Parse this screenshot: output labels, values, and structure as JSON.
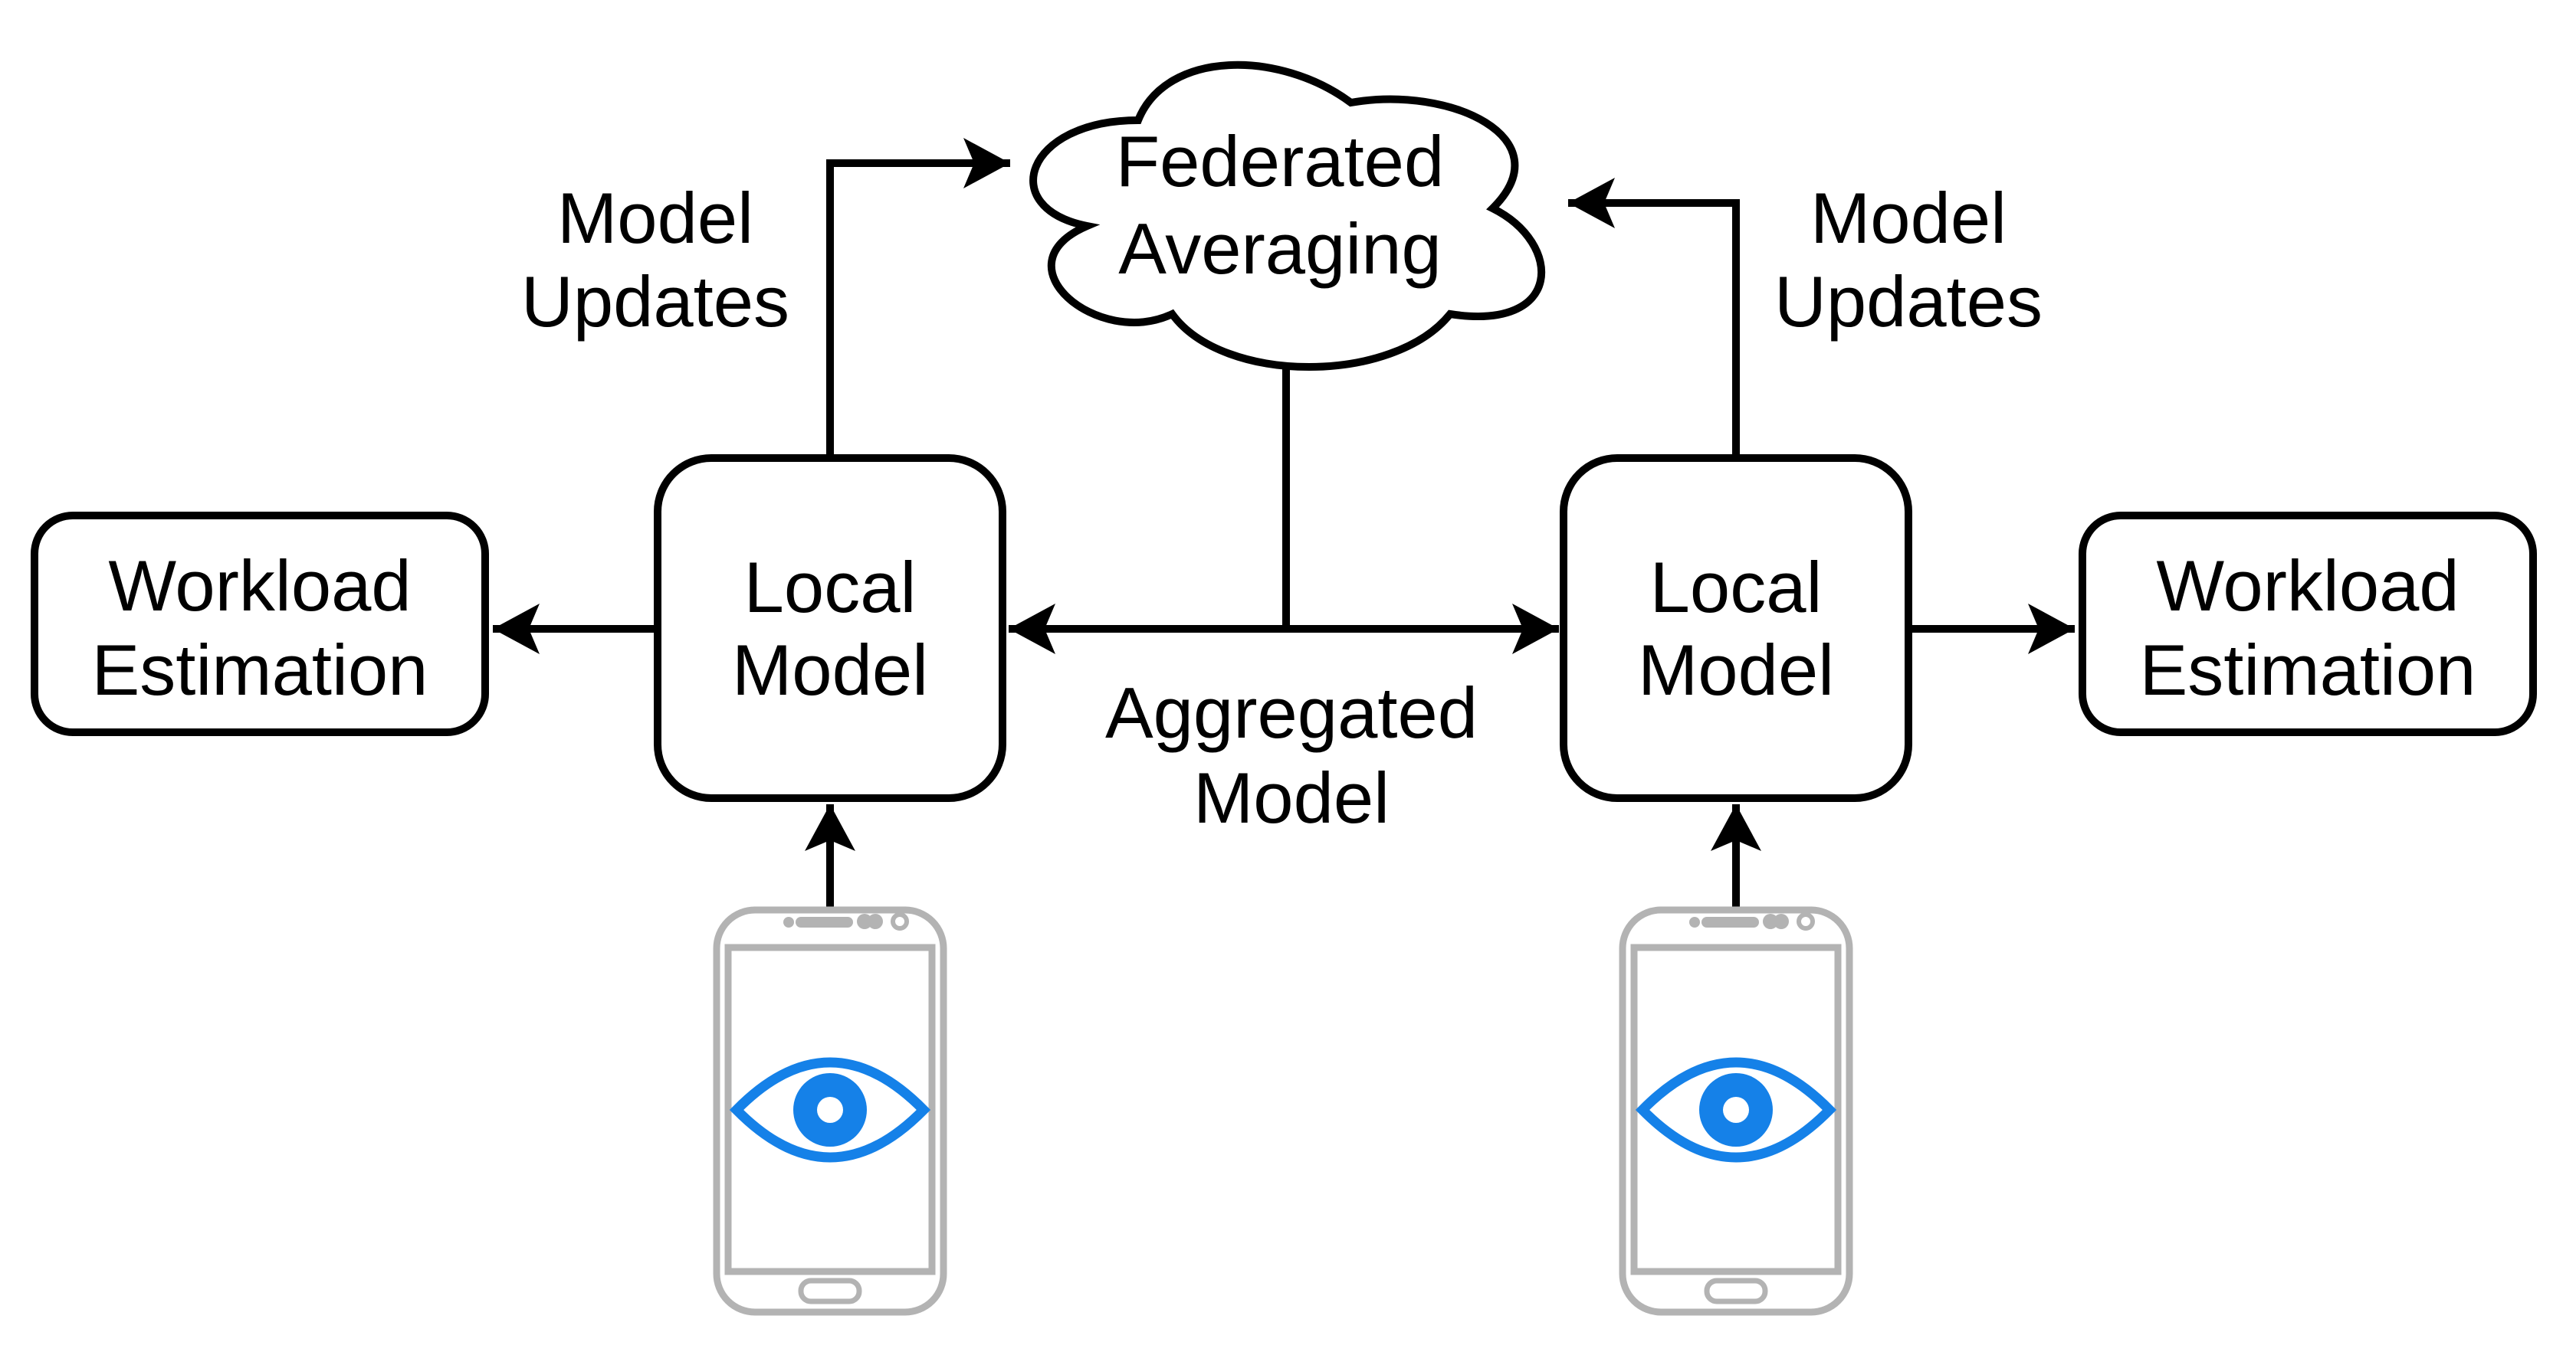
{
  "title": "Federated learning with on-device eye tracking diagram",
  "colors": {
    "ink": "#000000",
    "phone": "#b3b3b3",
    "eye": "#1581e8",
    "bg": "#ffffff"
  },
  "cloud": {
    "lines": [
      "Federated",
      "Averaging"
    ]
  },
  "nodes": {
    "local_left": {
      "lines": [
        "Local",
        "Model"
      ]
    },
    "local_right": {
      "lines": [
        "Local",
        "Model"
      ]
    },
    "workload_left": {
      "lines": [
        "Workload",
        "Estimation"
      ]
    },
    "workload_right": {
      "lines": [
        "Workload",
        "Estimation"
      ]
    }
  },
  "edge_labels": {
    "model_updates_left": {
      "lines": [
        "Model",
        "Updates"
      ]
    },
    "model_updates_right": {
      "lines": [
        "Model",
        "Updates"
      ]
    },
    "aggregated_model": {
      "lines": [
        "Aggregated",
        "Model"
      ]
    }
  },
  "icons": [
    {
      "name": "cloud-shape"
    },
    {
      "name": "smartphone-icon"
    },
    {
      "name": "eye-icon"
    }
  ]
}
